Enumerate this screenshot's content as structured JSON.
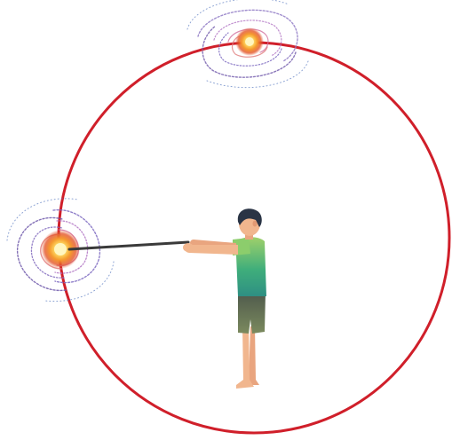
{
  "scene": {
    "colors": {
      "background": "#ffffff",
      "orbit_circle": "#d01f2a",
      "rod": "#3a3a3a",
      "skin": "#f1b68e",
      "hair": "#2a3445",
      "shirt": "#39a873",
      "shorts": "#5d6657",
      "fireball_core": "#fff6a0",
      "fireball_glow": "#f08a28",
      "swirl": "#6e57a8"
    },
    "elements": [
      "orbit-circle",
      "rod",
      "person",
      "fireball-top",
      "fireball-left"
    ]
  }
}
